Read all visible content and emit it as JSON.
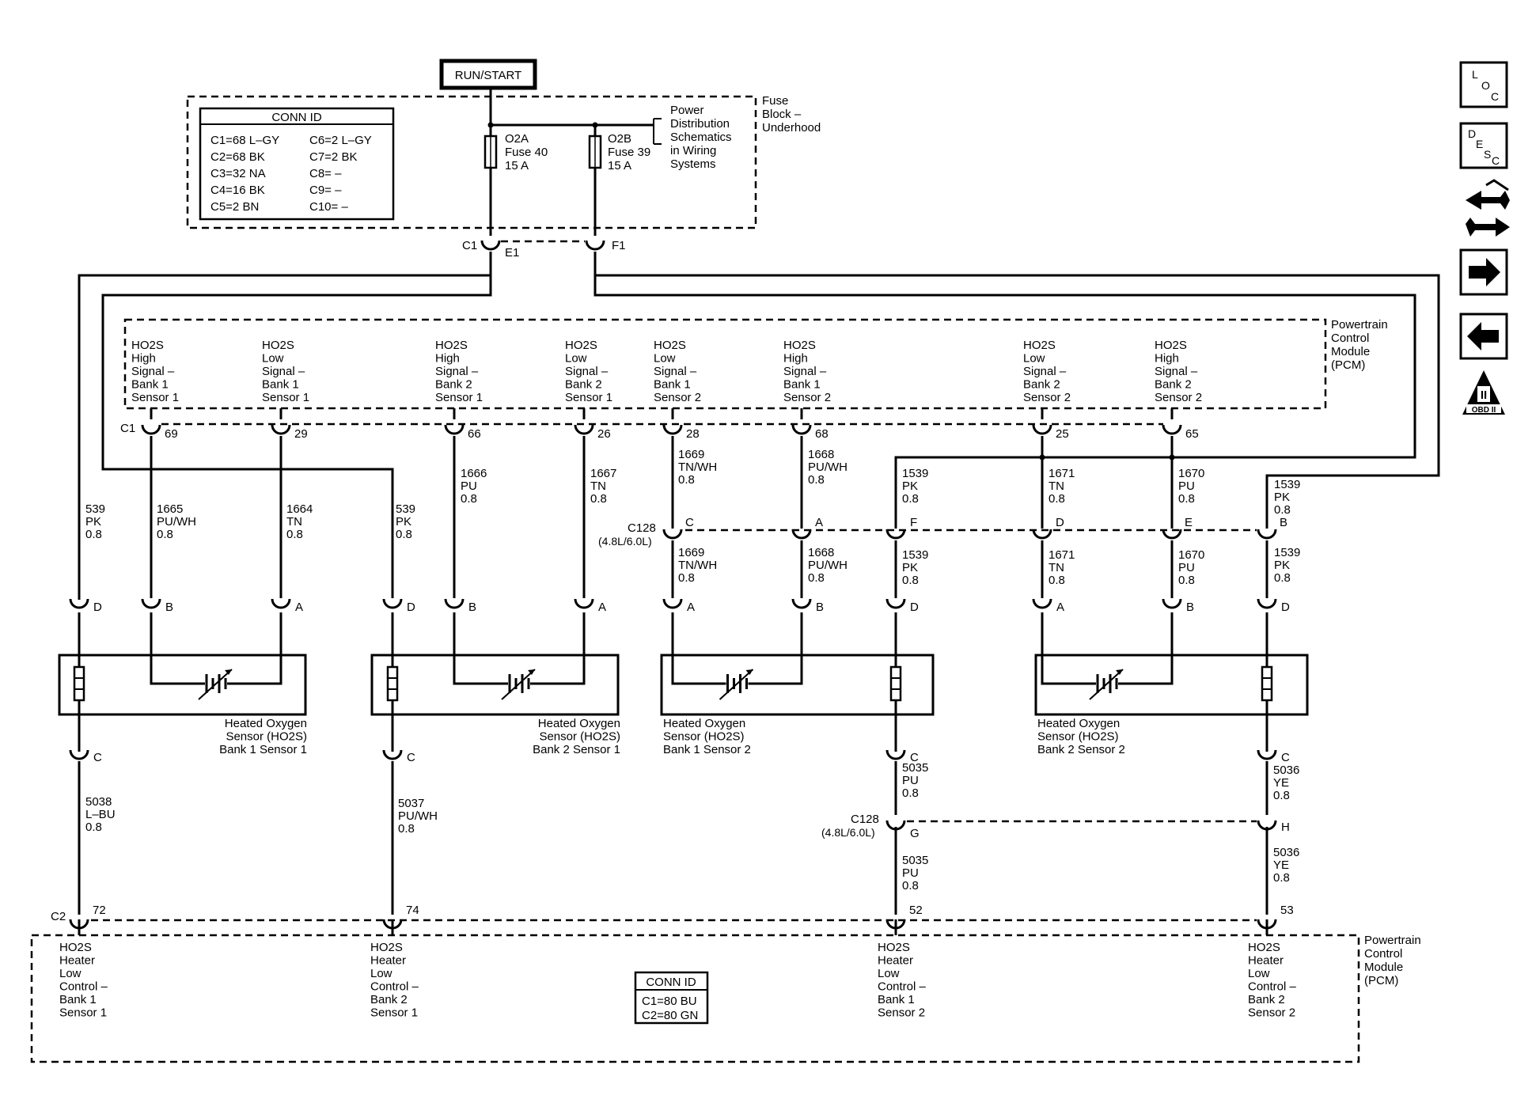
{
  "top": {
    "run_start": "RUN/START",
    "fuse_block_label": [
      "Fuse",
      "Block –",
      "Underhood"
    ],
    "power_dist_note": [
      "Power",
      "Distribution",
      "Schematics",
      "in Wiring",
      "Systems"
    ],
    "fuses": [
      {
        "name": "O2A",
        "rating": "Fuse 40",
        "amps": "15 A"
      },
      {
        "name": "O2B",
        "rating": "Fuse 39",
        "amps": "15 A"
      }
    ],
    "conn_id": {
      "title": "CONN ID",
      "left": [
        "C1=68 L–GY",
        "C2=68 BK",
        "C3=32 NA",
        "C4=16 BK",
        "C5=2 BN"
      ],
      "right": [
        "C6=2 L–GY",
        "C7=2 BK",
        "C8= –",
        "C9= –",
        "C10= –"
      ]
    },
    "connectors": {
      "c1": "C1",
      "e1": "E1",
      "f1": "F1"
    }
  },
  "pcm_top": {
    "label": [
      "Powertrain",
      "Control",
      "Module",
      "(PCM)"
    ],
    "connector": "C1",
    "terminals": [
      {
        "lines": [
          "HO2S",
          "High",
          "Signal –",
          "Bank 1",
          "Sensor 1"
        ],
        "pin": "69"
      },
      {
        "lines": [
          "HO2S",
          "Low",
          "Signal –",
          "Bank 1",
          "Sensor 1"
        ],
        "pin": "29"
      },
      {
        "lines": [
          "HO2S",
          "High",
          "Signal –",
          "Bank 2",
          "Sensor 1"
        ],
        "pin": "66"
      },
      {
        "lines": [
          "HO2S",
          "Low",
          "Signal –",
          "Bank 2",
          "Sensor 1"
        ],
        "pin": "26"
      },
      {
        "lines": [
          "HO2S",
          "Low",
          "Signal –",
          "Bank 1",
          "Sensor 2"
        ],
        "pin": "28"
      },
      {
        "lines": [
          "HO2S",
          "High",
          "Signal –",
          "Bank 1",
          "Sensor 2"
        ],
        "pin": "68"
      },
      {
        "lines": [
          "HO2S",
          "Low",
          "Signal –",
          "Bank 2",
          "Sensor 2"
        ],
        "pin": "25"
      },
      {
        "lines": [
          "HO2S",
          "High",
          "Signal –",
          "Bank 2",
          "Sensor 2"
        ],
        "pin": "65"
      }
    ]
  },
  "wires": {
    "w539": [
      "539",
      "PK",
      "0.8"
    ],
    "w1665": [
      "1665",
      "PU/WH",
      "0.8"
    ],
    "w1664": [
      "1664",
      "TN",
      "0.8"
    ],
    "w1666": [
      "1666",
      "PU",
      "0.8"
    ],
    "w1667": [
      "1667",
      "TN",
      "0.8"
    ],
    "w1669": [
      "1669",
      "TN/WH",
      "0.8"
    ],
    "w1668": [
      "1668",
      "PU/WH",
      "0.8"
    ],
    "w1539": [
      "1539",
      "PK",
      "0.8"
    ],
    "w1671": [
      "1671",
      "TN",
      "0.8"
    ],
    "w1670": [
      "1670",
      "PU",
      "0.8"
    ],
    "w5038": [
      "5038",
      "L–BU",
      "0.8"
    ],
    "w5037": [
      "5037",
      "PU/WH",
      "0.8"
    ],
    "w5035": [
      "5035",
      "PU",
      "0.8"
    ],
    "w5036": [
      "5036",
      "YE",
      "0.8"
    ]
  },
  "c128": {
    "name": "C128",
    "note": "(4.8L/6.0L)",
    "pins_upper": [
      "C",
      "A",
      "F",
      "D",
      "E",
      "B"
    ],
    "pins_lower": [
      "G",
      "H"
    ]
  },
  "sensor_pins": {
    "A": "A",
    "B": "B",
    "C": "C",
    "D": "D"
  },
  "sensors": [
    {
      "lines": [
        "Heated Oxygen",
        "Sensor (HO2S)",
        "Bank 1 Sensor 1"
      ]
    },
    {
      "lines": [
        "Heated Oxygen",
        "Sensor (HO2S)",
        "Bank 2 Sensor 1"
      ]
    },
    {
      "lines": [
        "Heated Oxygen",
        "Sensor (HO2S)",
        "Bank 1 Sensor 2"
      ]
    },
    {
      "lines": [
        "Heated Oxygen",
        "Sensor (HO2S)",
        "Bank 2 Sensor 2"
      ]
    }
  ],
  "pcm_bottom": {
    "label": [
      "Powertrain",
      "Control",
      "Module",
      "(PCM)"
    ],
    "connector": "C2",
    "terminals": [
      {
        "lines": [
          "HO2S",
          "Heater",
          "Low",
          "Control –",
          "Bank 1",
          "Sensor 1"
        ],
        "pin": "72"
      },
      {
        "lines": [
          "HO2S",
          "Heater",
          "Low",
          "Control –",
          "Bank 2",
          "Sensor 1"
        ],
        "pin": "74"
      },
      {
        "lines": [
          "HO2S",
          "Heater",
          "Low",
          "Control –",
          "Bank 1",
          "Sensor 2"
        ],
        "pin": "52"
      },
      {
        "lines": [
          "HO2S",
          "Heater",
          "Low",
          "Control –",
          "Bank 2",
          "Sensor 2"
        ],
        "pin": "53"
      }
    ],
    "conn_id": {
      "title": "CONN ID",
      "rows": [
        "C1=80 BU",
        "C2=80 GN"
      ]
    }
  },
  "sidebar": {
    "loc": [
      "L",
      "O",
      "C"
    ],
    "desc": [
      "D",
      "E",
      "S",
      "C"
    ],
    "obd": {
      "symbol": "II",
      "text": "OBD II"
    }
  }
}
